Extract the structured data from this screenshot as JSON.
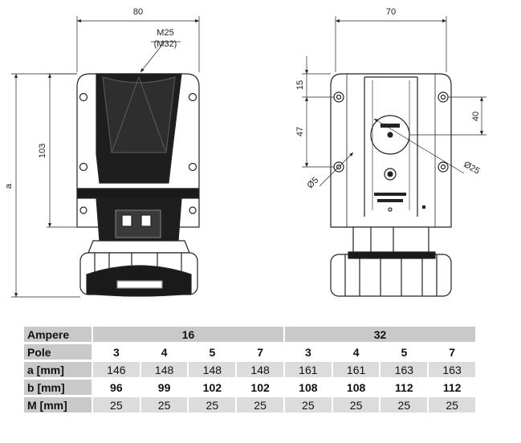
{
  "dimensions": {
    "side_width": "80",
    "front_width": "70",
    "thread_main": "M25",
    "thread_alt": "(M32)",
    "height_103": "103",
    "height_a": "a",
    "top_offset": "15",
    "hole_spacing": "47",
    "right_40": "40",
    "hole_dia": "Ø5",
    "gland_dia": "Ø25"
  },
  "table": {
    "ampere": {
      "label": "Ampere",
      "groups": [
        "16",
        "32"
      ]
    },
    "pole": {
      "label": "Pole",
      "values": [
        "3",
        "4",
        "5",
        "7",
        "3",
        "4",
        "5",
        "7"
      ]
    },
    "a": {
      "label": "a [mm]",
      "values": [
        "146",
        "148",
        "148",
        "148",
        "161",
        "161",
        "163",
        "163"
      ]
    },
    "b": {
      "label": "b [mm]",
      "values": [
        "96",
        "99",
        "102",
        "102",
        "108",
        "108",
        "112",
        "112"
      ]
    },
    "m": {
      "label": "M [mm]",
      "values": [
        "25",
        "25",
        "25",
        "25",
        "25",
        "25",
        "25",
        "25"
      ]
    }
  }
}
